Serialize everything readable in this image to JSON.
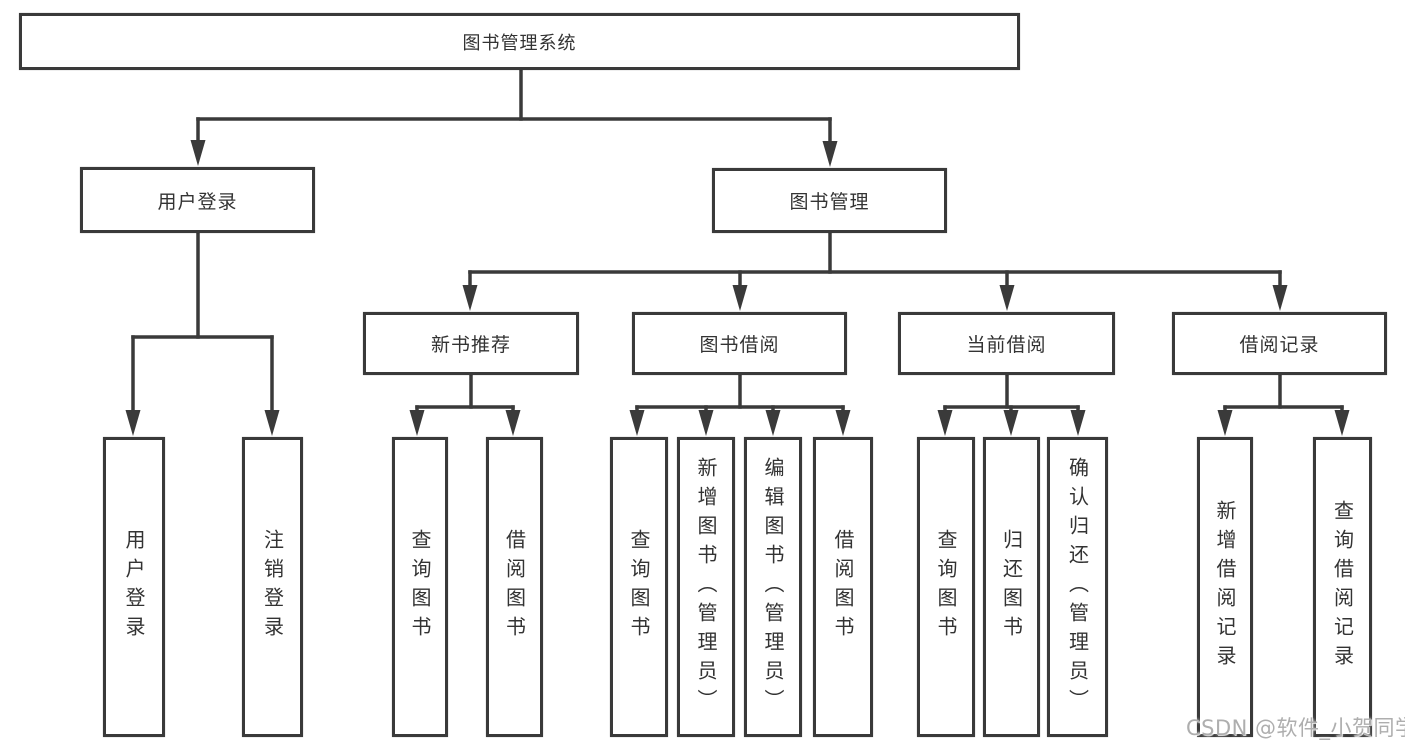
{
  "diagram": {
    "title": "图书管理系统",
    "watermark": "CSDN @软件_小贺同学",
    "colors": {
      "line": "#3a3a3a",
      "box_border": "#3a3a3a",
      "background": "#ffffff",
      "text": "#333333",
      "watermark": "#aeaeae"
    },
    "root": {
      "label": "图书管理系统"
    },
    "branches": [
      {
        "label": "用户登录",
        "children": [
          {
            "label": "用户登录"
          },
          {
            "label": "注销登录"
          }
        ]
      },
      {
        "label": "图书管理",
        "children": [
          {
            "label": "新书推荐",
            "children": [
              {
                "label": "查询图书"
              },
              {
                "label": "借阅图书"
              }
            ]
          },
          {
            "label": "图书借阅",
            "children": [
              {
                "label": "查询图书"
              },
              {
                "label": "新增图书（管理员）"
              },
              {
                "label": "编辑图书（管理员）"
              },
              {
                "label": "借阅图书"
              }
            ]
          },
          {
            "label": "当前借阅",
            "children": [
              {
                "label": "查询图书"
              },
              {
                "label": "归还图书"
              },
              {
                "label": "确认归还（管理员）"
              }
            ]
          },
          {
            "label": "借阅记录",
            "children": [
              {
                "label": "新增借阅记录"
              },
              {
                "label": "查询借阅记录"
              }
            ]
          }
        ]
      }
    ]
  }
}
